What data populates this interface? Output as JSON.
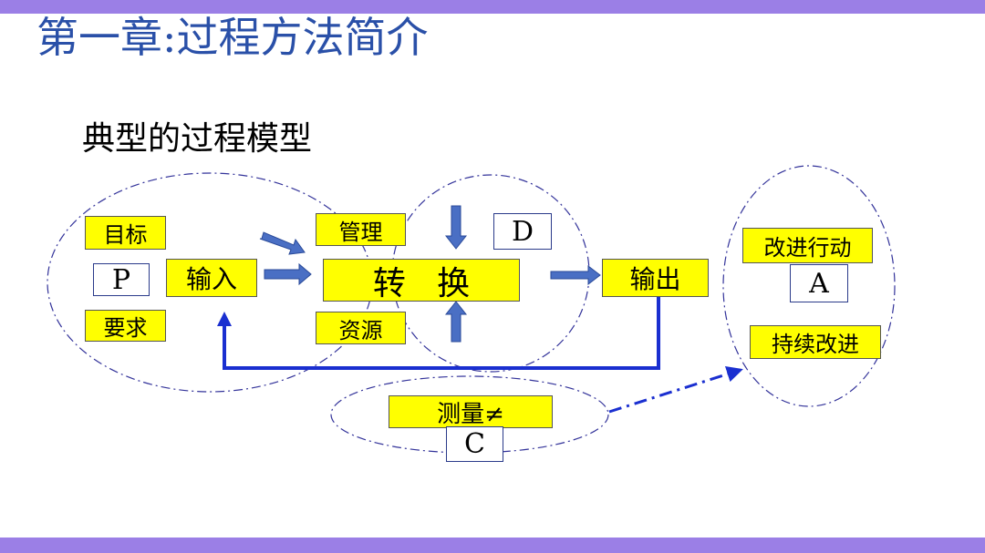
{
  "slide": {
    "title": "第一章:过程方法简介",
    "subtitle": "典型的过程模型"
  },
  "diagram": {
    "boxes": {
      "goal": "目标",
      "requirement": "要求",
      "input": "输入",
      "management": "管理",
      "resource": "资源",
      "transform": "转   换",
      "output": "输出",
      "measure": "测量≠",
      "improve_action": "改进行动",
      "continual_improvement": "持续改进"
    },
    "pdca": {
      "p": "P",
      "d": "D",
      "c": "C",
      "a": "A"
    }
  },
  "colors": {
    "accent_bar": "#9b7fe6",
    "title": "#2a50a8",
    "box_fill": "#ffff00",
    "arrow": "#3a5bb0",
    "feedback": "#1a2fd0"
  }
}
